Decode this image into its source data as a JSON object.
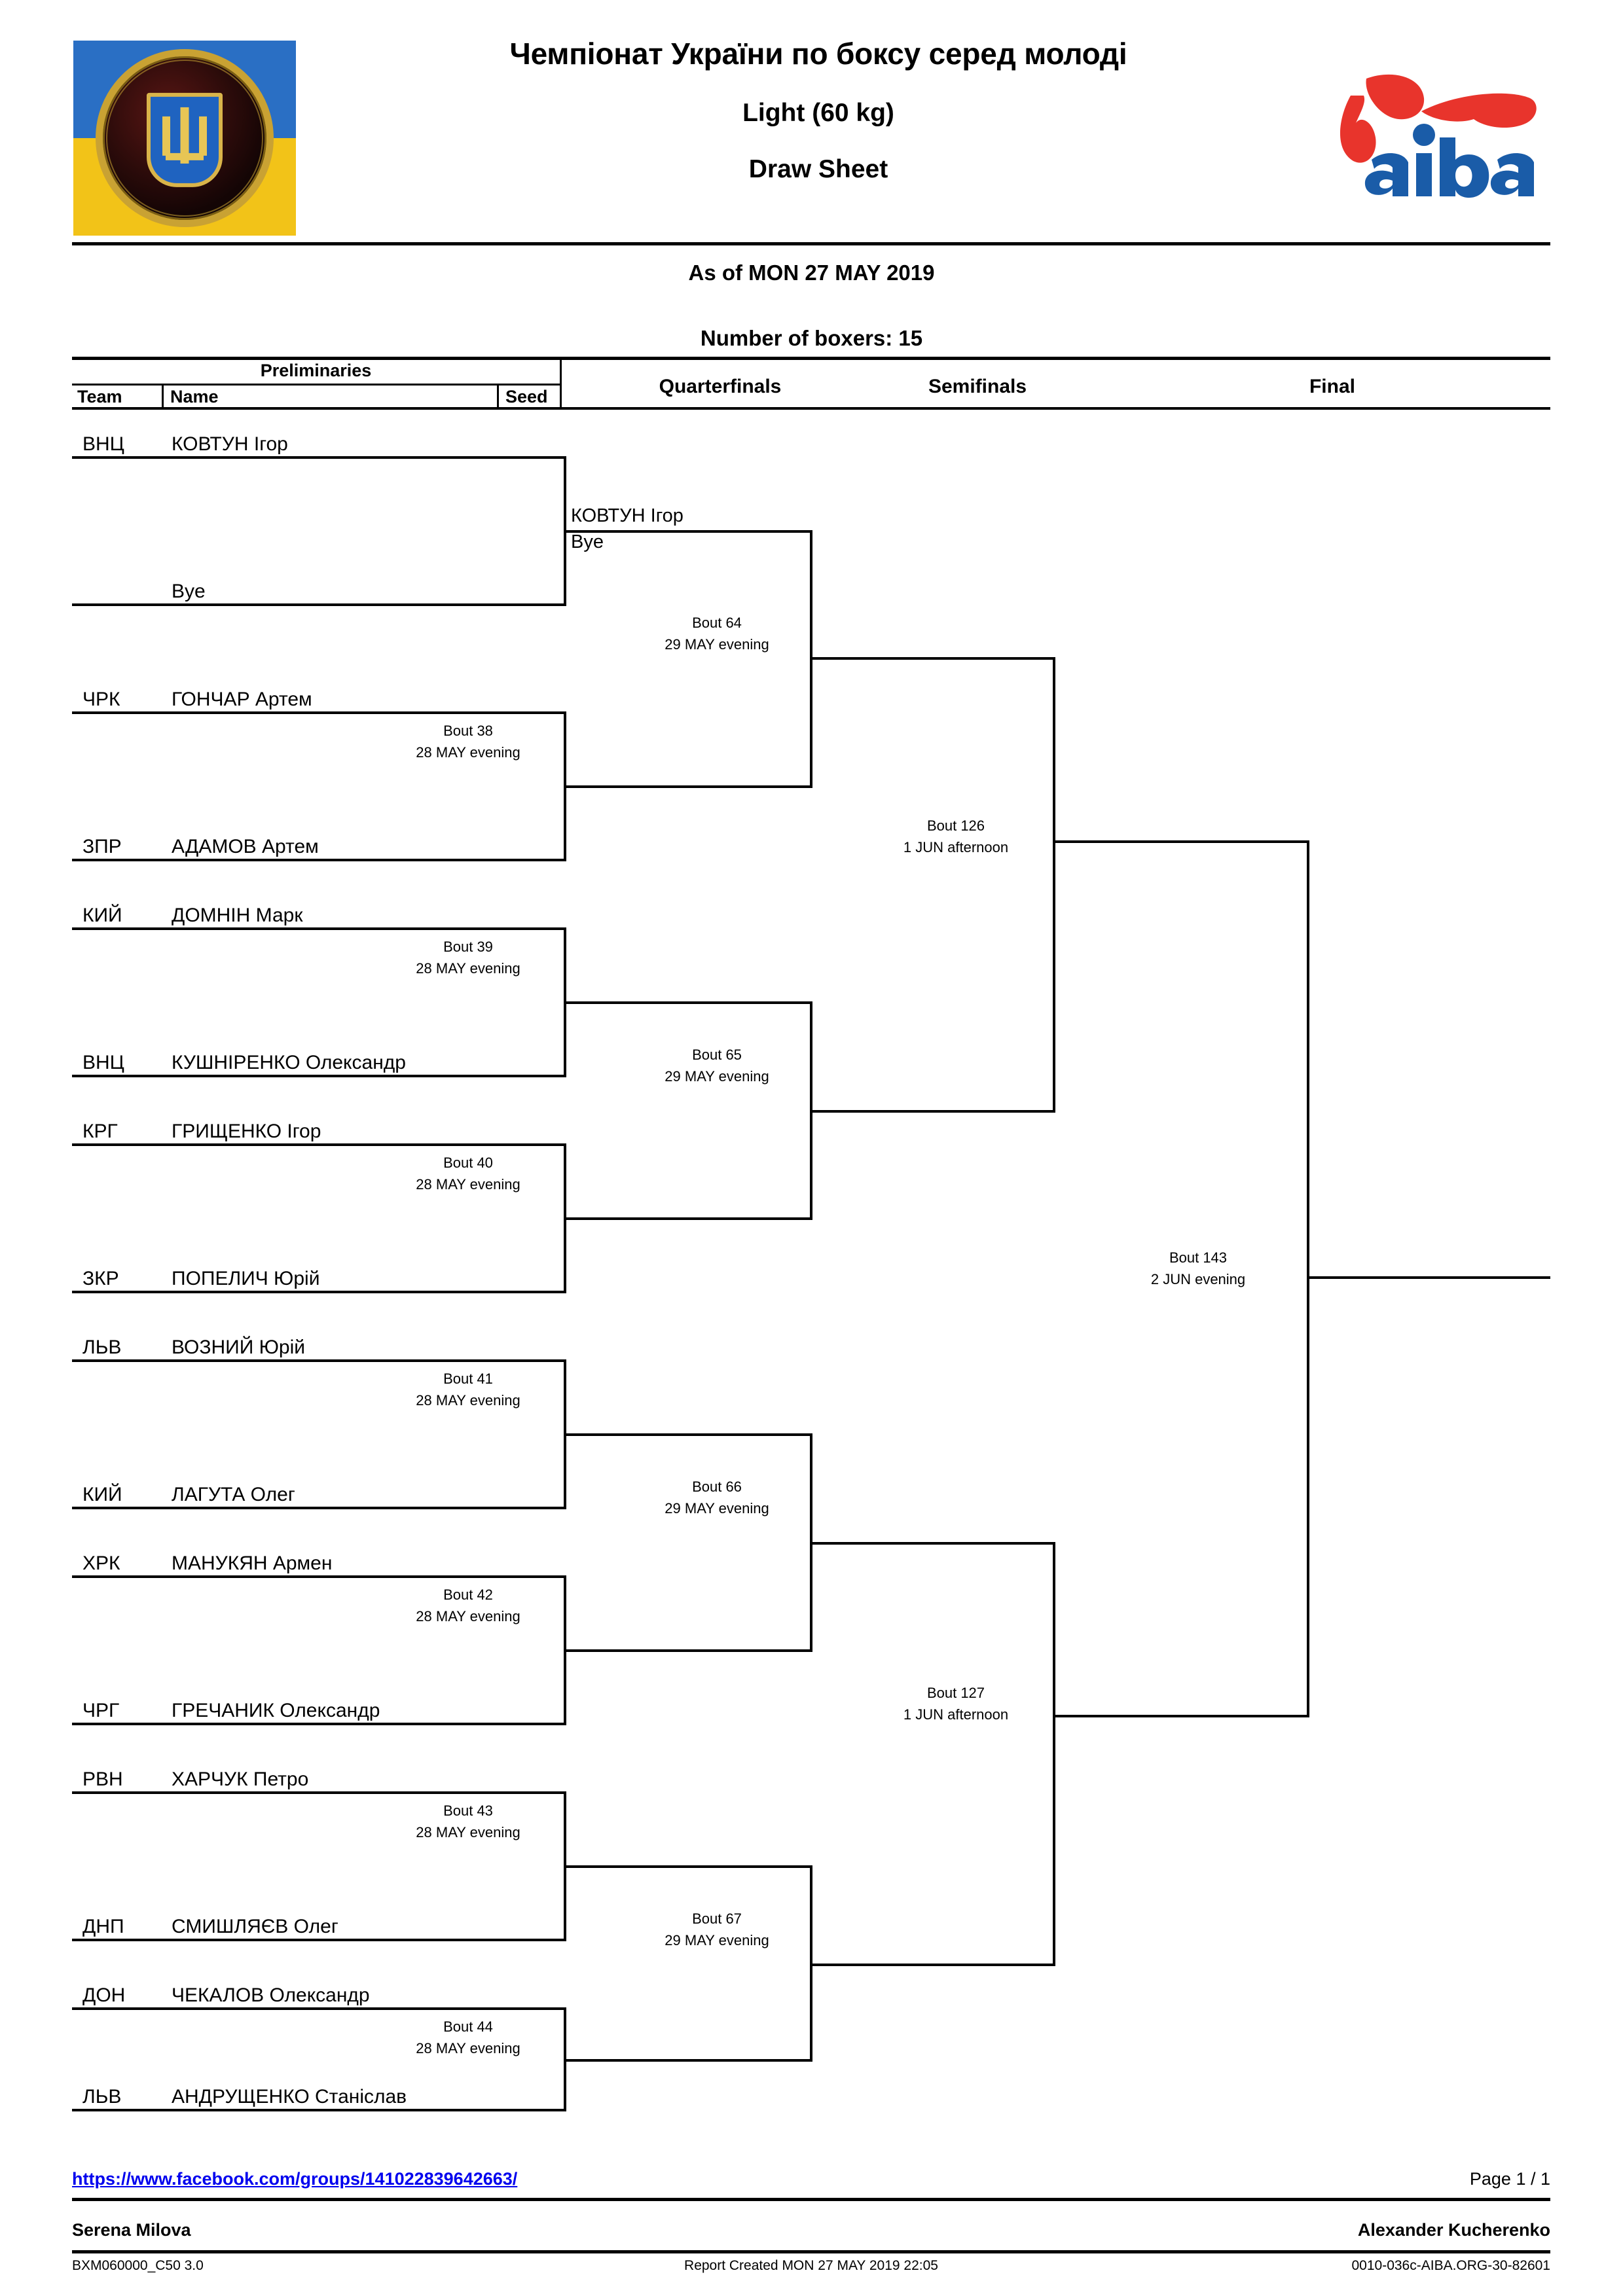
{
  "header": {
    "main_title": "Чемпіонат України по боксу серед молоді",
    "weight_class": "Light (60 kg)",
    "sheet_type": "Draw Sheet",
    "as_of": "As of MON 27 MAY 2019",
    "boxers_count_label": "Number of boxers: 15",
    "fed_logo_name": "ukrainian-boxing-federation-logo",
    "aiba_logo_name": "aiba-logo",
    "aiba_red": "#E8342C",
    "aiba_blue": "#1A5CA8"
  },
  "columns": {
    "preliminaries": "Preliminaries",
    "team": "Team",
    "name": "Name",
    "seed": "Seed",
    "quarterfinals": "Quarterfinals",
    "semifinals": "Semifinals",
    "final": "Final"
  },
  "preliminaries": [
    {
      "team": "ВНЦ",
      "name": "КОВТУН Ігор",
      "seed": ""
    },
    {
      "team": "",
      "name": "Bye",
      "seed": ""
    },
    {
      "team": "ЧРК",
      "name": "ГОНЧАР Артем",
      "seed": ""
    },
    {
      "team": "ЗПР",
      "name": "АДАМОВ Артем",
      "seed": ""
    },
    {
      "team": "КИЙ",
      "name": "ДОМНІН Марк",
      "seed": ""
    },
    {
      "team": "ВНЦ",
      "name": "КУШНІРЕНКО Олександр",
      "seed": ""
    },
    {
      "team": "КРГ",
      "name": "ГРИЩЕНКО Ігор",
      "seed": ""
    },
    {
      "team": "ЗКР",
      "name": "ПОПЕЛИЧ Юрій",
      "seed": ""
    },
    {
      "team": "ЛЬВ",
      "name": "ВОЗНИЙ Юрій",
      "seed": ""
    },
    {
      "team": "КИЙ",
      "name": "ЛАГУТА Олег",
      "seed": ""
    },
    {
      "team": "ХРК",
      "name": "МАНУКЯН Армен",
      "seed": ""
    },
    {
      "team": "ЧРГ",
      "name": "ГРЕЧАНИК Олександр",
      "seed": ""
    },
    {
      "team": "РВН",
      "name": "ХАРЧУК Петро",
      "seed": ""
    },
    {
      "team": "ДНП",
      "name": "СМИШЛЯЄВ Олег",
      "seed": ""
    },
    {
      "team": "ДОН",
      "name": "ЧЕКАЛОВ Олександр",
      "seed": ""
    },
    {
      "team": "ЛЬВ",
      "name": "АНДРУЩЕНКО Станіслав",
      "seed": ""
    }
  ],
  "prelim_bouts": [
    {
      "id": "Bout 38",
      "when": "28 MAY evening"
    },
    {
      "id": "Bout 39",
      "when": "28 MAY evening"
    },
    {
      "id": "Bout 40",
      "when": "28 MAY evening"
    },
    {
      "id": "Bout 41",
      "when": "28 MAY evening"
    },
    {
      "id": "Bout 42",
      "when": "28 MAY evening"
    },
    {
      "id": "Bout 43",
      "when": "28 MAY evening"
    },
    {
      "id": "Bout 44",
      "when": "28 MAY evening"
    }
  ],
  "quarterfinals": [
    {
      "id": "Bout 64",
      "when": "29 MAY evening",
      "top": "КОВТУН Ігор",
      "bottom": "Bye"
    },
    {
      "id": "Bout 65",
      "when": "29 MAY evening",
      "top": "",
      "bottom": ""
    },
    {
      "id": "Bout 66",
      "when": "29 MAY evening",
      "top": "",
      "bottom": ""
    },
    {
      "id": "Bout 67",
      "when": "29 MAY evening",
      "top": "",
      "bottom": ""
    }
  ],
  "semifinals": [
    {
      "id": "Bout 126",
      "when": "1 JUN afternoon"
    },
    {
      "id": "Bout 127",
      "when": "1 JUN afternoon"
    }
  ],
  "final": {
    "id": "Bout 143",
    "when": "2 JUN evening"
  },
  "footer": {
    "link": "https://www.facebook.com/groups/141022839642663/",
    "page": "Page 1 / 1",
    "left_name": "Serena Milova",
    "right_name": "Alexander Kucherenko",
    "code": "BXM060000_C50 3.0",
    "created": "Report Created  MON 27 MAY 2019 22:05",
    "doc_id": "0010-036c-AIBA.ORG-30-82601"
  }
}
